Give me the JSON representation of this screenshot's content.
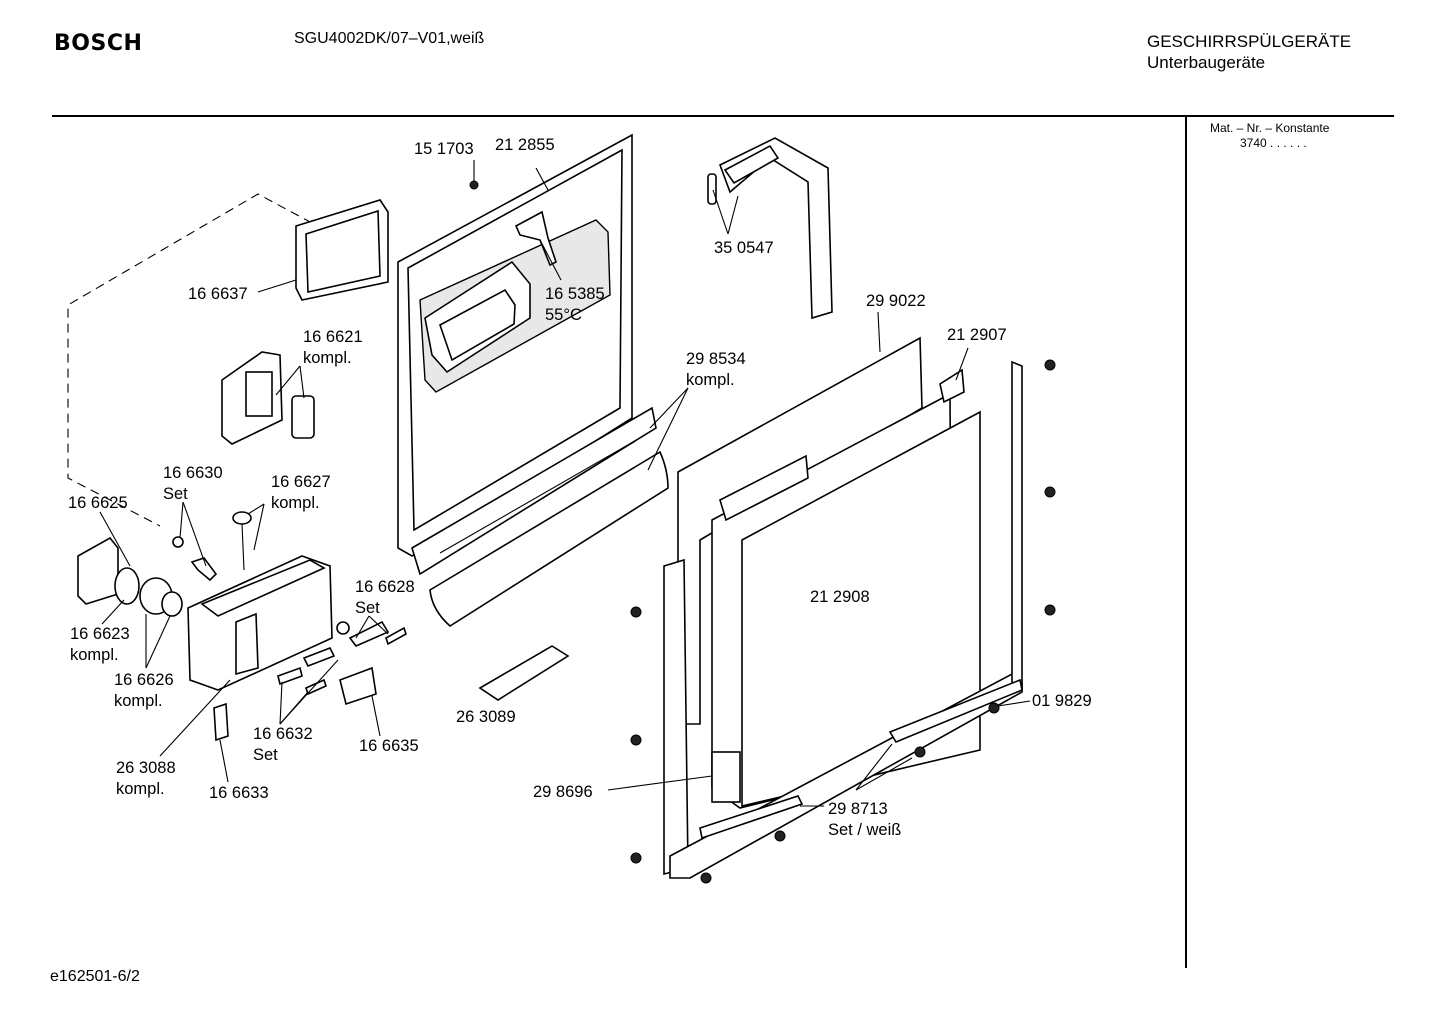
{
  "header": {
    "brand": "BOSCH",
    "model": "SGU4002DK/07–V01,weiß",
    "category_line1": "GESCHIRRSPÜLGERÄTE",
    "category_line2": "Unterbaugeräte"
  },
  "side_panel": {
    "matnr_label": "Mat. – Nr. – Konstante",
    "matnr_value": "3740  .  .  .  .  .  ."
  },
  "footer": {
    "diagram_id": "e162501-6/2"
  },
  "parts": [
    {
      "id": "p151703",
      "text": "15 1703"
    },
    {
      "id": "p212855",
      "text": "21 2855"
    },
    {
      "id": "p350547",
      "text": "35 0547"
    },
    {
      "id": "p166637",
      "text": "16 6637"
    },
    {
      "id": "p165385",
      "text": "16 5385\n55°C"
    },
    {
      "id": "p166621",
      "text": "16 6621\nkompl."
    },
    {
      "id": "p299022",
      "text": "29 9022"
    },
    {
      "id": "p212907",
      "text": "21 2907"
    },
    {
      "id": "p298534",
      "text": "29 8534\nkompl."
    },
    {
      "id": "p166630",
      "text": "16 6630\nSet"
    },
    {
      "id": "p166627",
      "text": "16 6627\nkompl."
    },
    {
      "id": "p166625",
      "text": "16 6625"
    },
    {
      "id": "p166628",
      "text": "16 6628\nSet"
    },
    {
      "id": "p212908",
      "text": "21 2908"
    },
    {
      "id": "p166623",
      "text": "16 6623\nkompl."
    },
    {
      "id": "p166626",
      "text": "16 6626\nkompl."
    },
    {
      "id": "p263089",
      "text": "26 3089"
    },
    {
      "id": "p019829",
      "text": "01 9829"
    },
    {
      "id": "p166632",
      "text": "16 6632\nSet"
    },
    {
      "id": "p166635",
      "text": "16 6635"
    },
    {
      "id": "p263088",
      "text": "26 3088\nkompl."
    },
    {
      "id": "p298696",
      "text": "29 8696"
    },
    {
      "id": "p298713",
      "text": "29 8713\nSet / weiß"
    },
    {
      "id": "p166633",
      "text": "16 6633"
    }
  ]
}
